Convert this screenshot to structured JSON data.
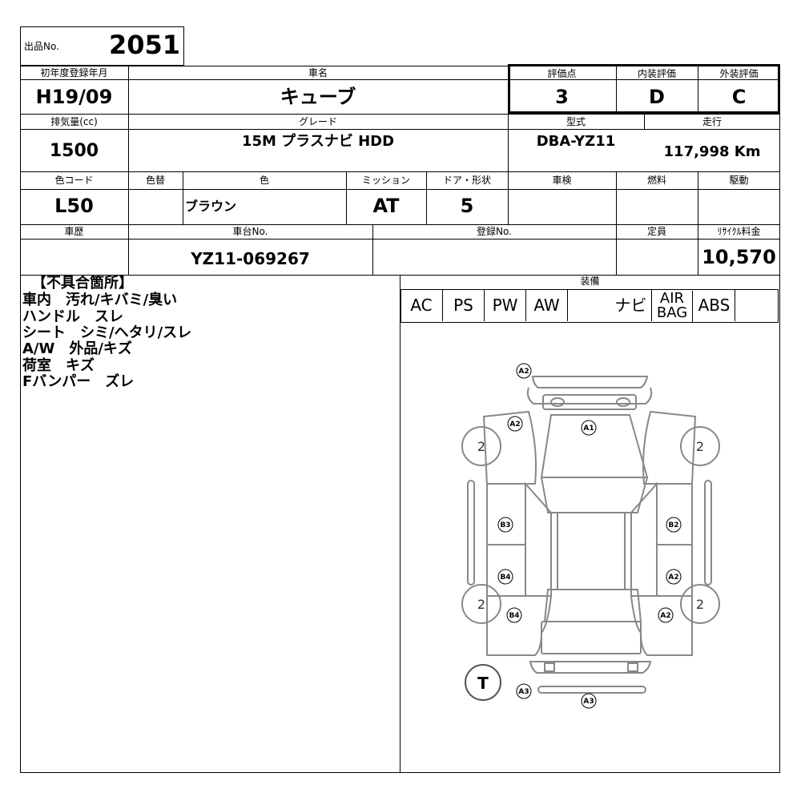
{
  "lot": {
    "label": "出品No.",
    "number": "2051"
  },
  "labels": {
    "first_reg": "初年度登録年月",
    "car_name": "車名",
    "score": "評価点",
    "interior": "内装評価",
    "exterior": "外装評価",
    "displacement": "排気量(cc)",
    "grade": "グレード",
    "model": "型式",
    "mileage": "走行",
    "color_code": "色コード",
    "color_change": "色替",
    "color": "色",
    "transmission": "ミッション",
    "doors": "ドア・形状",
    "inspection": "車検",
    "fuel": "燃料",
    "drive": "駆動",
    "history": "車歴",
    "chassis_no": "車台No.",
    "reg_no": "登録No.",
    "capacity": "定員",
    "recycle_fee": "ﾘｻｲｸﾙ料金",
    "equipment": "装備"
  },
  "values": {
    "first_reg": "H19/09",
    "car_name": "キューブ",
    "score": "3",
    "interior": "D",
    "exterior": "C",
    "displacement": "1500",
    "grade": "15M プラスナビ HDD",
    "model": "DBA-YZ11",
    "mileage": "117,998 Km",
    "color_code": "L50",
    "color": "ブラウン",
    "transmission": "AT",
    "doors": "5",
    "chassis_no": "YZ11-069267",
    "recycle_fee": "10,570"
  },
  "equipment": [
    "AC",
    "PS",
    "PW",
    "AW",
    "",
    "ナビ",
    "AIR BAG",
    "ABS",
    ""
  ],
  "defects": {
    "title": "【不具合箇所】",
    "lines": [
      "車内　汚れ/キバミ/臭い",
      "ハンドル　スレ",
      "シート　シミ/ヘタリ/スレ",
      "A/W　外品/キズ",
      "荷室　キズ",
      "Fバンパー　ズレ"
    ]
  },
  "diagram": {
    "badges": [
      "A2",
      "A2",
      "A1",
      "B3",
      "B2",
      "B4",
      "A2",
      "B4",
      "A2",
      "A3",
      "A3"
    ],
    "tire_circles": [
      "2",
      "2",
      "2",
      "2"
    ],
    "spare": "T"
  }
}
